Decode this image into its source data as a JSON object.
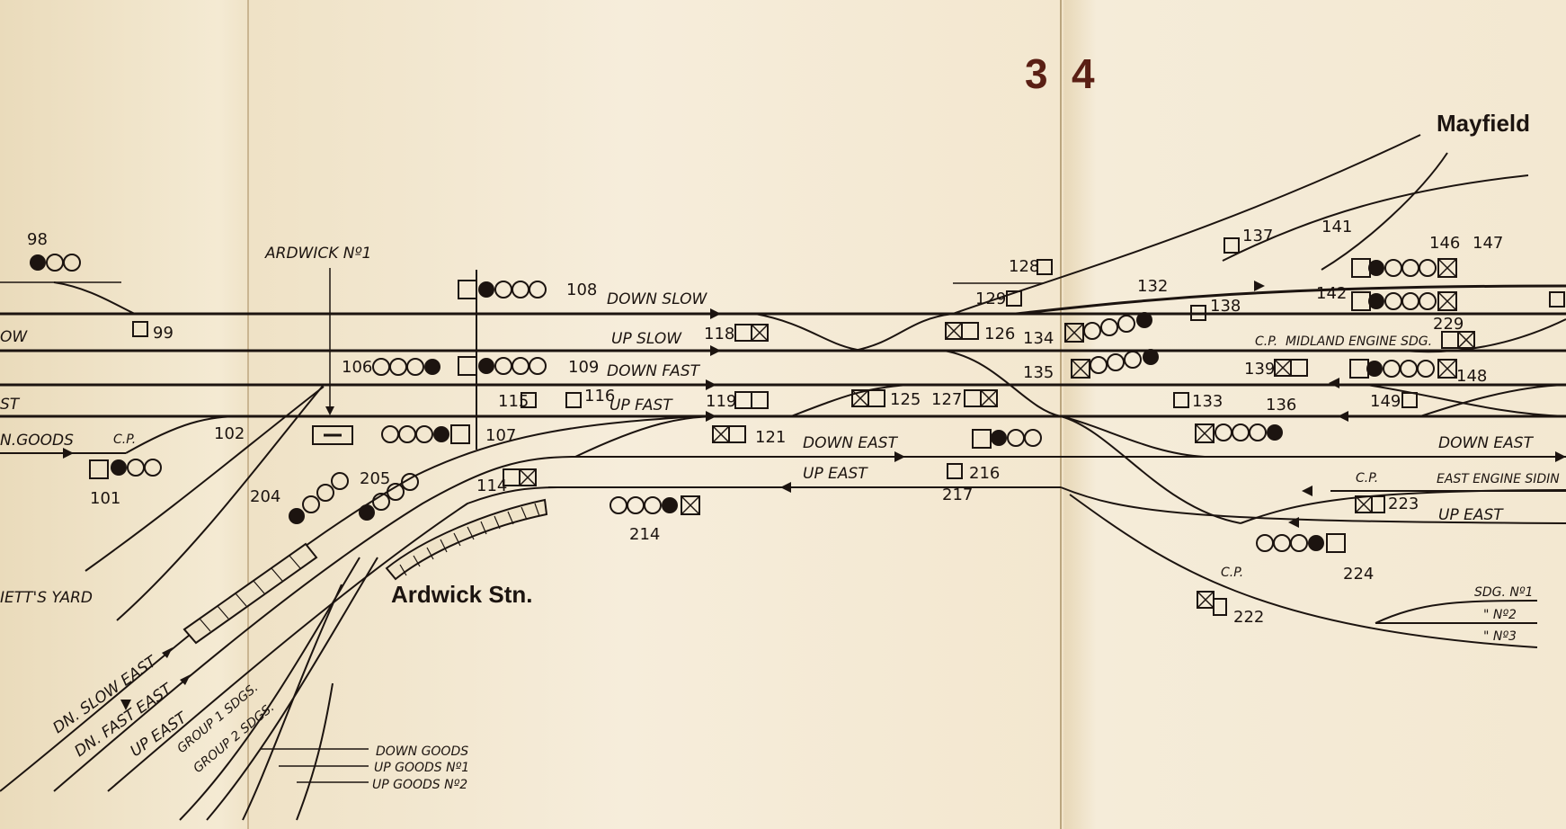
{
  "page_numbers": [
    "3",
    "4"
  ],
  "titles": {
    "ardwick_no1": "ARDWICK Nº1",
    "ardwick_stn": "Ardwick Stn.",
    "mayfield": "Mayfield"
  },
  "track_labels": {
    "down_slow": "DOWN SLOW",
    "up_slow": "UP SLOW",
    "down_fast": "DOWN FAST",
    "up_fast": "UP FAST",
    "down_east": "DOWN EAST",
    "up_east": "UP EAST",
    "down_east_r": "DOWN EAST",
    "up_east_r": "UP EAST",
    "east_engine_siding": "EAST ENGINE SIDIN",
    "midland_engine": "MIDLAND ENGINE SDG.",
    "low_left": "OW",
    "st_left": "ST",
    "dn_goods_left": "N.GOODS",
    "yard": "IETT'S YARD",
    "dn_slow_east": "DN. SLOW EAST",
    "dn_fast_east": "DN. FAST EAST",
    "up_east_diag": "UP EAST",
    "group1": "GROUP 1 SDGS.",
    "group2": "GROUP 2 SDGS.",
    "down_goods": "DOWN GOODS",
    "up_goods1": "UP GOODS Nº1",
    "up_goods2": "UP GOODS Nº2",
    "sdg1": "SDG. Nº1",
    "sdg2": "\" Nº2",
    "sdg3": "\" Nº3",
    "cp": "C.P."
  },
  "signal_numbers": {
    "s98": "98",
    "s99": "99",
    "s101": "101",
    "s102": "102",
    "s106": "106",
    "s107": "107",
    "s108": "108",
    "s109": "109",
    "s114": "114",
    "s115": "115",
    "s116": "116",
    "s118": "118",
    "s119": "119",
    "s121": "121",
    "s125": "125",
    "s126": "126",
    "s127": "127",
    "s128": "128",
    "s129": "129",
    "s132": "132",
    "s133": "133",
    "s134": "134",
    "s135": "135",
    "s136": "136",
    "s137": "137",
    "s138": "138",
    "s139": "139",
    "s141": "141",
    "s142": "142",
    "s146": "146",
    "s147": "147",
    "s148": "148",
    "s149": "149",
    "s204": "204",
    "s205": "205",
    "s214": "214",
    "s216": "216",
    "s217": "217",
    "s222": "222",
    "s223": "223",
    "s224": "224",
    "s229": "229"
  },
  "colors": {
    "ink": "#1c1410",
    "paper": "#f3e8d1",
    "page_number": "#5a1f14"
  }
}
